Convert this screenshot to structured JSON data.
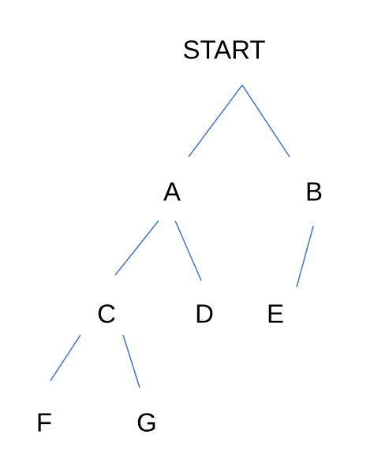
{
  "diagram": {
    "type": "tree",
    "edge_color": "#4472C4",
    "text_color": "#000000",
    "nodes": {
      "start": "START",
      "a": "A",
      "b": "B",
      "c": "C",
      "d": "D",
      "e": "E",
      "f": "F",
      "g": "G"
    },
    "edges": [
      {
        "from": "START",
        "to": "A"
      },
      {
        "from": "START",
        "to": "B"
      },
      {
        "from": "A",
        "to": "C"
      },
      {
        "from": "A",
        "to": "D"
      },
      {
        "from": "B",
        "to": "E"
      },
      {
        "from": "C",
        "to": "F"
      },
      {
        "from": "C",
        "to": "G"
      }
    ]
  }
}
